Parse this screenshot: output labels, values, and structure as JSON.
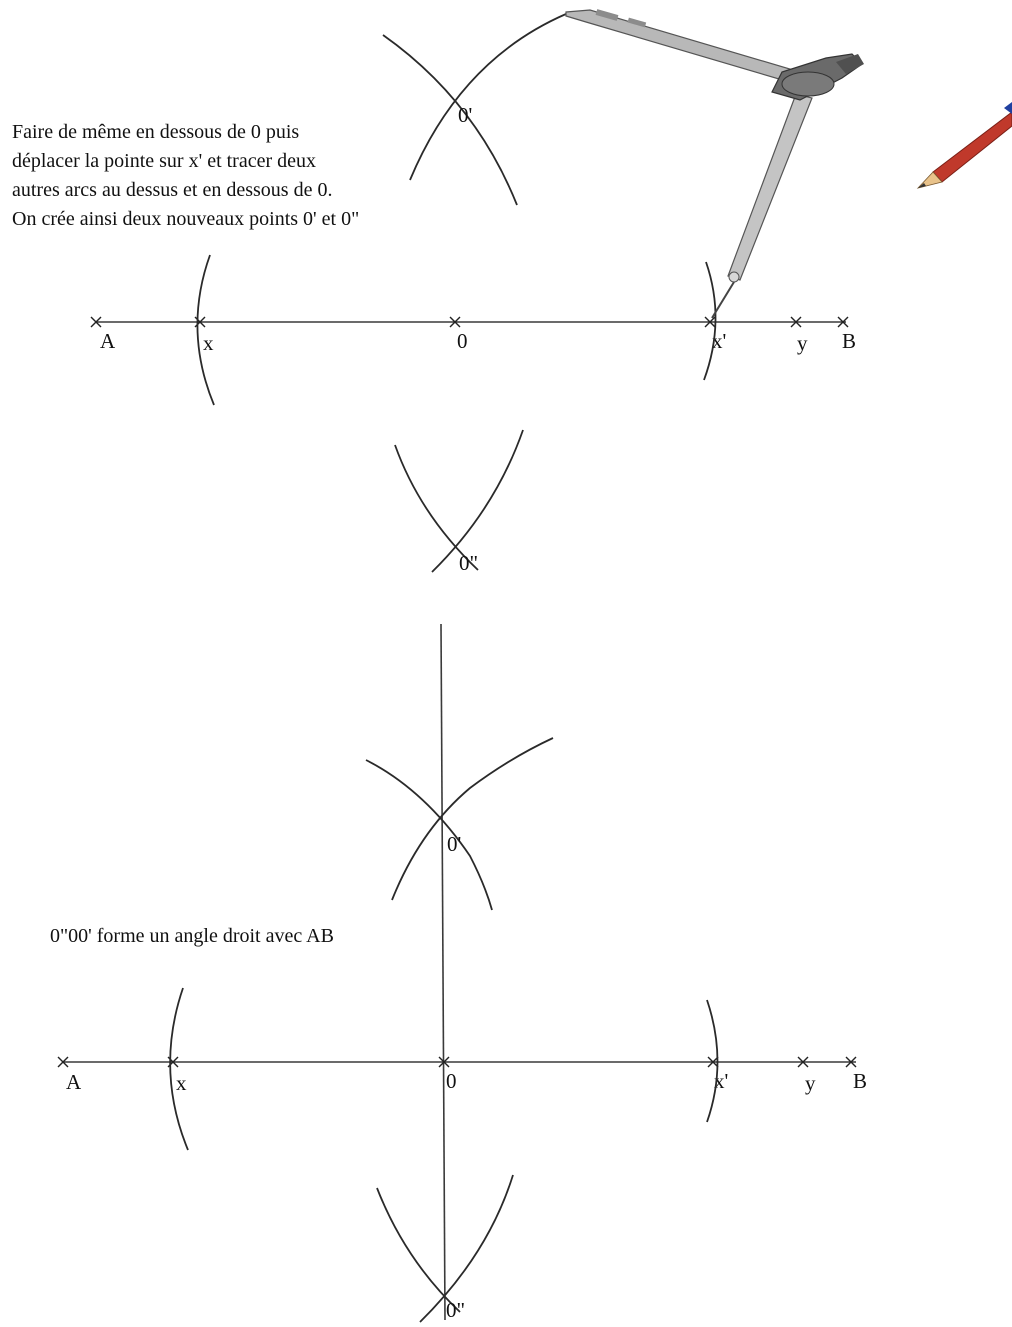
{
  "top_figure": {
    "instruction_lines": [
      "Faire de même en dessous de 0 puis",
      "déplacer la pointe sur x' et tracer deux",
      "autres arcs au dessus et en dessous de 0.",
      "On crée ainsi deux nouveaux points 0' et 0\""
    ],
    "labels": {
      "A": "A",
      "x": "x",
      "O": "0",
      "x_prime": "x'",
      "y": "y",
      "B": "B",
      "O_prime": "0'",
      "O_second": "0\""
    },
    "tools": [
      "compass",
      "pencil"
    ]
  },
  "bottom_figure": {
    "caption": "0\"00' forme un angle droit avec AB",
    "labels": {
      "A": "A",
      "x": "x",
      "O": "0",
      "x_prime": "x'",
      "y": "y",
      "B": "B",
      "O_prime": "0'",
      "O_second": "0\""
    }
  },
  "colors": {
    "ink": "#222222",
    "compass_metal": "#9a9a9a",
    "compass_dark": "#555555",
    "pencil_wood": "#c0392b",
    "pencil_tip": "#e8c28a"
  }
}
